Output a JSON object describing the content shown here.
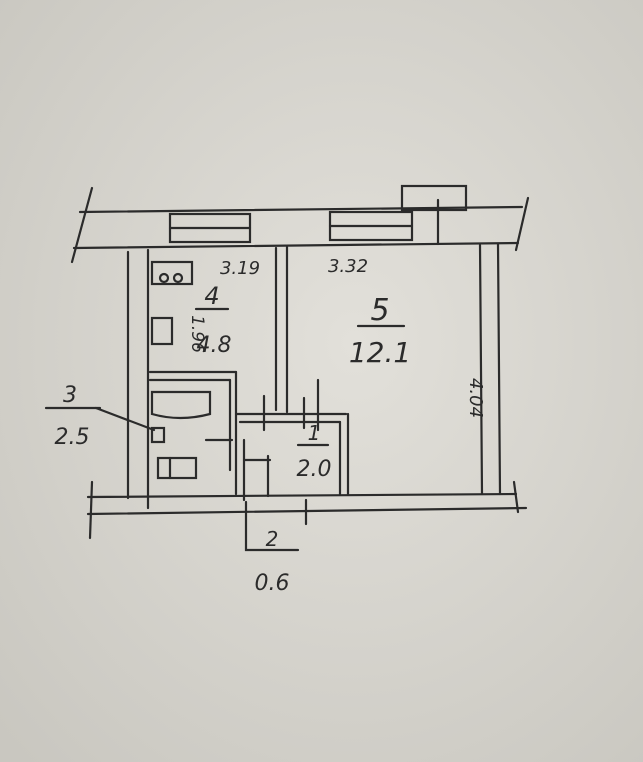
{
  "plan": {
    "wall_color": "#2b2b2b",
    "paper_color": "#d9d7d0",
    "dimensions": {
      "kitchen_width": "3.19",
      "room_width": "3.32",
      "kitchen_depth": "1.96",
      "room_depth": "4.04"
    },
    "rooms": [
      {
        "number": "1",
        "area": "2.0"
      },
      {
        "number": "2",
        "area": "0.6"
      },
      {
        "number": "3",
        "area": "2.5"
      },
      {
        "number": "4",
        "area": "4.8"
      },
      {
        "number": "5",
        "area": "12.1"
      }
    ]
  }
}
